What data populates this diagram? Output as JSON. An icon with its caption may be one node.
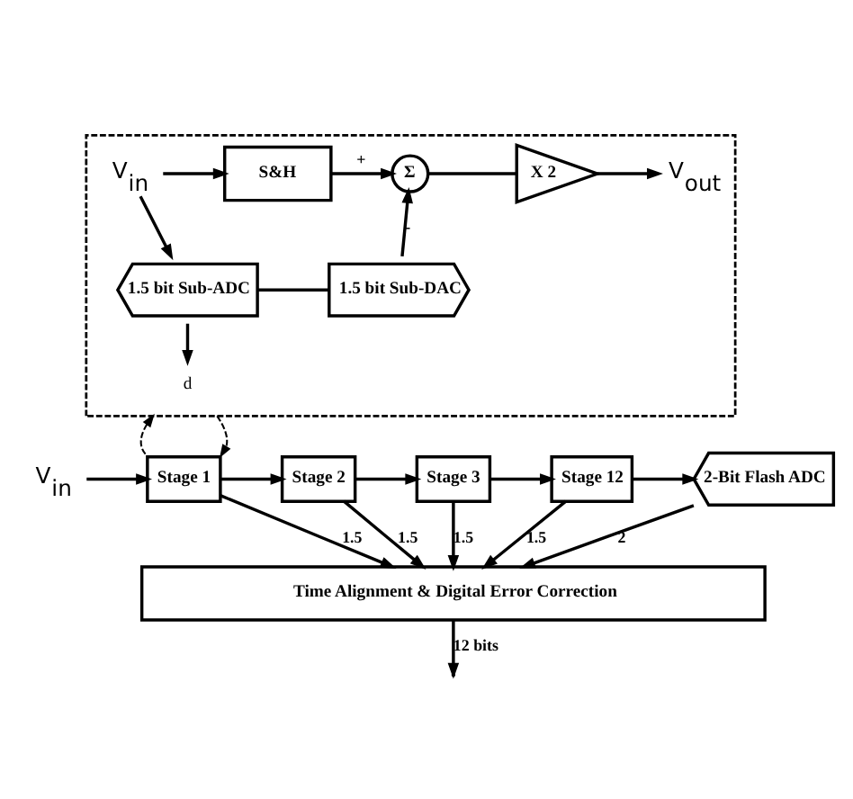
{
  "diagram": {
    "nodes": [
      {
        "text": [],
        "shape": "box"
      },
      {
        "text": [
          "V$_{in}$"
        ],
        "in": 0
      },
      {
        "text": [
          "S&H"
        ],
        "in": 0
      },
      {
        "text": [
          "Σ"
        ],
        "in": 0
      },
      {
        "text": [
          "X 2"
        ],
        "in": 0
      },
      {
        "text": [
          "V$_{out}$"
        ],
        "in": 0
      },
      {
        "text": [
          "1.5 bit Sub-ADC"
        ],
        "in": 0
      },
      {
        "text": [
          "1.5 bit Sub-DAC"
        ],
        "in": 0
      },
      {
        "text": [
          "d"
        ],
        "in": 0
      },
      {
        "text": [
          "V$_{in}$"
        ]
      },
      {
        "text": [
          "Stage 1"
        ]
      },
      {
        "text": [
          "Stage 2"
        ]
      },
      {
        "text": [
          "Stage 3"
        ]
      },
      {
        "text": [
          "Stage 12"
        ]
      },
      {
        "text": [
          "2-Bit Flash ADC"
        ]
      },
      {
        "text": [
          "Time Alignment & Digital Error Correction"
        ]
      }
    ],
    "edges": [
      {
        "from": 1,
        "to": 2,
        "arrow": "to"
      },
      {
        "from": 1,
        "to": 6,
        "arrow": "to"
      },
      {
        "from": 2,
        "to": 3,
        "arrow": "to",
        "label": "+"
      },
      {
        "from": 3,
        "to": 4,
        "arrow": "none"
      },
      {
        "from": 4,
        "to": 5,
        "arrow": "to"
      },
      {
        "from": 6,
        "to": 7,
        "arrow": "none"
      },
      {
        "from": 6,
        "to": 8,
        "arrow": "to"
      },
      {
        "from": 7,
        "to": 3,
        "arrow": "to",
        "label": "-"
      },
      {
        "from": 9,
        "to": 10,
        "arrow": "to"
      },
      {
        "from": 10,
        "to": 11,
        "arrow": "to"
      },
      {
        "from": 11,
        "to": 12,
        "arrow": "to"
      },
      {
        "from": 12,
        "to": 13,
        "arrow": "to"
      },
      {
        "from": 13,
        "to": 14,
        "arrow": "to"
      },
      {
        "from": 10,
        "to": 15,
        "arrow": "to",
        "label": "1.5"
      },
      {
        "from": 11,
        "to": 15,
        "arrow": "to",
        "label": "1.5"
      },
      {
        "from": 12,
        "to": 15,
        "arrow": "to",
        "label": "1.5"
      },
      {
        "from": 13,
        "to": 15,
        "arrow": "to",
        "label": "1.5"
      },
      {
        "from": 14,
        "to": 15,
        "arrow": "to",
        "label": "2"
      },
      {
        "from": 15,
        "to": null,
        "arrow": "to",
        "label": "12 bits"
      },
      {
        "from": 10,
        "to": 0,
        "arrow": "to",
        "style": "dashed"
      },
      {
        "from": 0,
        "to": 10,
        "arrow": "to",
        "style": "dashed"
      }
    ]
  }
}
